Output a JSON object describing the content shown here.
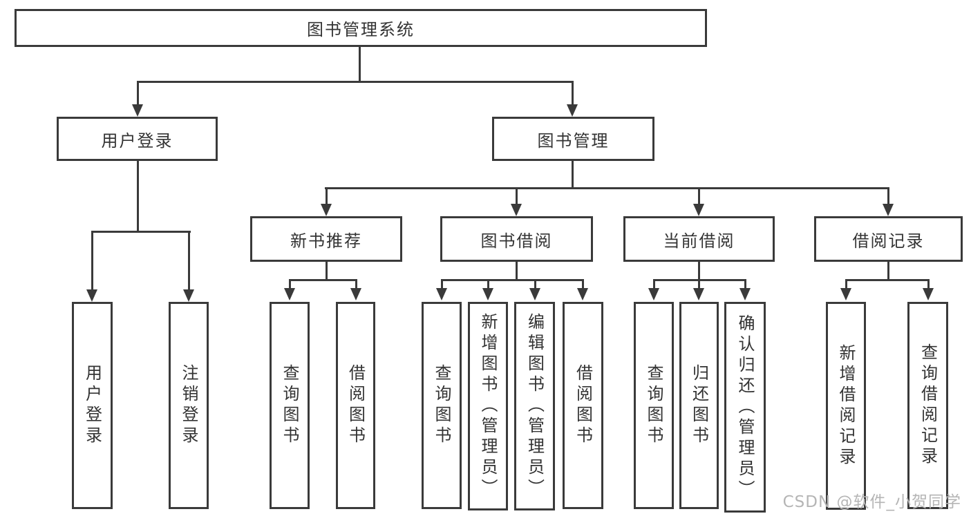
{
  "diagram_title": "图书管理系统",
  "nodes": {
    "root": "图书管理系统",
    "user_login": "用户登录",
    "book_mgmt": "图书管理",
    "new_book": "新书推荐",
    "book_borrow": "图书借阅",
    "current_borrow": "当前借阅",
    "borrow_record": "借阅记录",
    "leaf_user_login": "用户登录",
    "leaf_logout": "注销登录",
    "leaf_nb_query": "查询图书",
    "leaf_nb_borrow": "借阅图书",
    "leaf_bb_query": "查询图书",
    "leaf_bb_add": "新增图书（管理员）",
    "leaf_bb_edit": "编辑图书（管理员）",
    "leaf_bb_borrow": "借阅图书",
    "leaf_cb_query": "查询图书",
    "leaf_cb_return": "归还图书",
    "leaf_cb_confirm": "确认归还（管理员）",
    "leaf_br_add": "新增借阅记录",
    "leaf_br_query": "查询借阅记录"
  },
  "watermark": "CSDN @软件_小贺同学",
  "colors": {
    "line": "#3a3a3a",
    "text": "#333333",
    "background": "#ffffff",
    "watermark": "#b5b5b5"
  }
}
